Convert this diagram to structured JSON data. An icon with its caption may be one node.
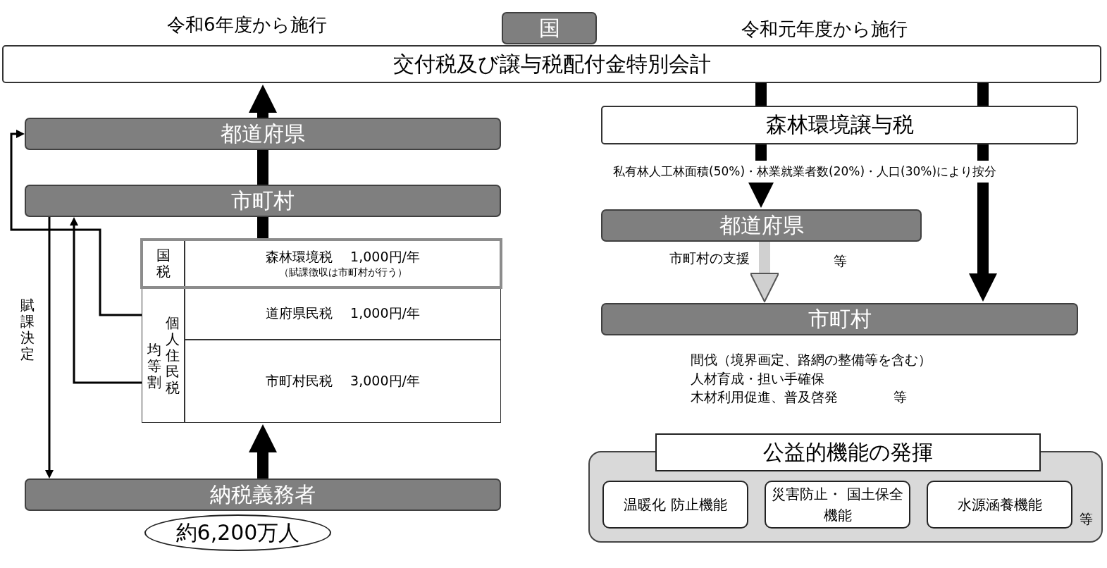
{
  "diagram": {
    "nodes": [
      {
        "text": [
          "国"
        ]
      },
      {
        "text": [
          "交付税及び譲与税配付金特別会計"
        ]
      },
      {
        "text": [
          "都道府県"
        ]
      },
      {
        "text": [
          "市町村"
        ]
      },
      {
        "text": [
          "国税"
        ]
      },
      {
        "text": [
          "森林環境税　 1,000円/年",
          "（賦課徴収は市町村が行う）"
        ]
      },
      {
        "text": [
          "均等割",
          "個人住民税"
        ]
      },
      {
        "text": [
          "道府県民税　 1,000円/年"
        ]
      },
      {
        "text": [
          "市町村民税　 3,000円/年"
        ]
      },
      {
        "text": [
          "納税義務者"
        ]
      },
      {
        "text": [
          "約6,200万人"
        ]
      },
      {
        "text": [
          "森林環境譲与税"
        ]
      },
      {
        "text": [
          "都道府県"
        ]
      },
      {
        "text": [
          "市町村"
        ]
      },
      {
        "text": [
          "公益的機能の発揮"
        ]
      },
      {
        "text": [
          "温暖化 防止機能"
        ],
        "in": 14
      },
      {
        "text": [
          "災害防止・ 国土保全機能"
        ],
        "in": 14
      },
      {
        "text": [
          "水源涵養機能"
        ],
        "in": 14
      }
    ],
    "edges": [
      {
        "from": 5,
        "to": 3,
        "arrow": "none"
      },
      {
        "from": 3,
        "to": 2,
        "arrow": "none"
      },
      {
        "from": 2,
        "to": 1,
        "arrow": "to"
      },
      {
        "from": 9,
        "to": 8,
        "arrow": "to"
      },
      {
        "from": 6,
        "to": 2,
        "arrow": "to"
      },
      {
        "from": 6,
        "to": 3,
        "arrow": "to"
      },
      {
        "from": 3,
        "to": 9,
        "arrow": "to",
        "label": "賦課決定"
      },
      {
        "from": 1,
        "to": 11,
        "arrow": "none"
      },
      {
        "from": 1,
        "to": 11,
        "arrow": "none"
      },
      {
        "from": 11,
        "to": 12,
        "arrow": "to"
      },
      {
        "from": 11,
        "to": 13,
        "arrow": "to"
      },
      {
        "from": 12,
        "to": 13,
        "arrow": "to",
        "color": "#d0d0d0"
      }
    ],
    "labels": [
      "令和6年度から施行",
      "令和元年度から施行",
      "私有林人工林面積(50%)・林業就業者数(20%)・人口(30%)により按分",
      "市町村の支援",
      "等",
      "間伐（境界画定、路網の整備等を含む）",
      "人材育成・担い手確保",
      "木材利用促進、普及啓発",
      "等",
      "等"
    ]
  }
}
